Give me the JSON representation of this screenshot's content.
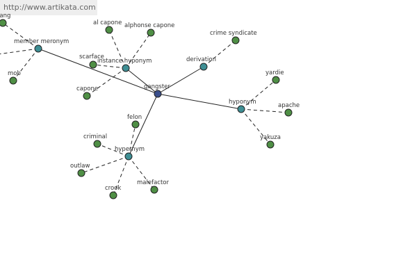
{
  "watermark": "http://www.artikata.com",
  "colors": {
    "center": "#3b4f8c",
    "relation": "#3f8f94",
    "leaf": "#4f8f45"
  },
  "center": {
    "label": "gangster"
  },
  "relations": [
    {
      "id": "member-meronym",
      "label": "member meronym",
      "leaves": [
        {
          "label": "gang"
        },
        {
          "label": "mob"
        },
        {
          "label": ""
        }
      ]
    },
    {
      "id": "instance-hyponym",
      "label": "instance hyponym",
      "leaves": [
        {
          "label": "al capone"
        },
        {
          "label": "alphonse capone"
        },
        {
          "label": "scarface"
        },
        {
          "label": "capone"
        }
      ]
    },
    {
      "id": "derivation",
      "label": "derivation",
      "leaves": [
        {
          "label": "crime syndicate"
        }
      ]
    },
    {
      "id": "hyponym",
      "label": "hyponym",
      "leaves": [
        {
          "label": "yardie"
        },
        {
          "label": "apache"
        },
        {
          "label": "yakuza"
        }
      ]
    },
    {
      "id": "hypernym",
      "label": "hypernym",
      "leaves": [
        {
          "label": "felon"
        },
        {
          "label": "criminal"
        },
        {
          "label": "outlaw"
        },
        {
          "label": "crook"
        },
        {
          "label": "malefactor"
        }
      ]
    }
  ]
}
